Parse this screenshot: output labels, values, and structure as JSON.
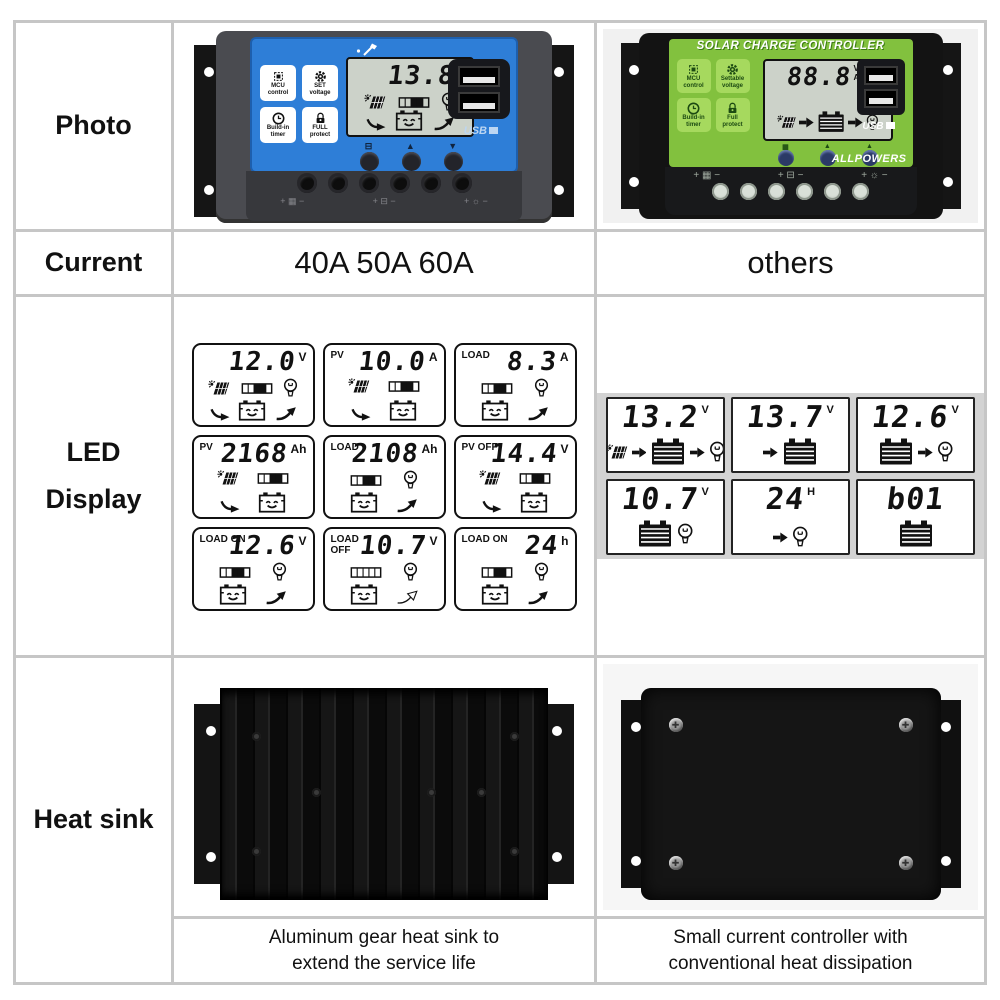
{
  "rows": {
    "photo": {
      "label": "Photo"
    },
    "current": {
      "label": "Current",
      "left": "40A 50A 60A",
      "right": "others"
    },
    "led": {
      "label": "LED\nDisplay"
    },
    "heatsink": {
      "label": "Heat sink",
      "left_caption": "Aluminum gear heat sink to\nextend the service life",
      "right_caption": "Small current controller with\nconventional heat dissipation"
    }
  },
  "blue_controller": {
    "face_color": "#2e7ed7",
    "buttons": [
      "MCU\ncontrol",
      "SET\nvoltage",
      "Build-in\ntimer",
      "FULL\nprotect"
    ],
    "key_symbols": [
      "⊟",
      "▲",
      "▼"
    ],
    "usb_label": "USB",
    "terminal_labels": [
      "+ ▦ −",
      "+ ⊟ −",
      "+ ☼ −"
    ],
    "lcd": {
      "label": "",
      "value": "13.8",
      "unit": "V",
      "row1": [
        "sun-panel",
        "gauge",
        "bulb"
      ],
      "row2": [
        "curve-arrow-down",
        "smiley-battery",
        "curve-arrow-up"
      ]
    }
  },
  "green_controller": {
    "title": "SOLAR CHARGE CONTROLLER",
    "face_color": "#82c13e",
    "buttons": [
      "MCU\ncontrol",
      "Settable\nvoltage",
      "Build-in\ntimer",
      "Full\nprotect"
    ],
    "key_symbols": [
      "▦",
      "▲",
      "▲"
    ],
    "brand": "ALLPOWERS",
    "usb_label": "USB",
    "terminal_labels": [
      "+ ▦ −",
      "+ ⊟ −",
      "+ ☼ −"
    ],
    "lcd": {
      "value": "88.8",
      "units": [
        "V°C",
        "AH"
      ],
      "icons": [
        "sun-panel",
        "arrow-right",
        "battery",
        "arrow-right",
        "bulb"
      ]
    }
  },
  "led_display": {
    "left_panels": [
      {
        "label": "",
        "value": "12.0",
        "unit": "V",
        "row1": [
          "sun-panel",
          "gauge",
          "bulb"
        ],
        "row2": [
          "curve-arrow-down",
          "smiley-battery",
          "curve-arrow-up"
        ]
      },
      {
        "label": "PV",
        "value": "10.0",
        "unit": "A",
        "row1": [
          "sun-panel",
          "gauge"
        ],
        "row2": [
          "curve-arrow-down",
          "smiley-battery"
        ]
      },
      {
        "label": "LOAD",
        "value": "8.3",
        "unit": "A",
        "row1": [
          "gauge",
          "bulb"
        ],
        "row2": [
          "smiley-battery",
          "curve-arrow-up"
        ]
      },
      {
        "label": "PV",
        "value": "2168",
        "unit": "Ah",
        "row1": [
          "sun-panel",
          "gauge"
        ],
        "row2": [
          "curve-arrow-down",
          "smiley-battery"
        ]
      },
      {
        "label": "LOAD",
        "value": "2108",
        "unit": "Ah",
        "row1": [
          "gauge",
          "bulb"
        ],
        "row2": [
          "smiley-battery",
          "curve-arrow-up"
        ]
      },
      {
        "label": "PV OFF",
        "value": "14.4",
        "unit": "V",
        "row1": [
          "sun-panel",
          "gauge"
        ],
        "row2": [
          "curve-arrow-down",
          "smiley-battery"
        ]
      },
      {
        "label": "LOAD ON",
        "value": "12.6",
        "unit": "V",
        "row1": [
          "gauge",
          "bulb"
        ],
        "row2": [
          "smiley-battery",
          "curve-arrow-up"
        ]
      },
      {
        "label": "LOAD\nOFF",
        "value": "10.7",
        "unit": "V",
        "row1": [
          "gauge-empty",
          "bulb"
        ],
        "row2": [
          "smiley-battery",
          "curve-arrow-up-outline"
        ]
      },
      {
        "label": "LOAD ON",
        "value": "24",
        "unit": "h",
        "row1": [
          "gauge",
          "bulb"
        ],
        "row2": [
          "smiley-battery",
          "curve-arrow-up"
        ]
      }
    ],
    "right_panels": [
      {
        "value": "13.2",
        "unit": "V",
        "icons": [
          "sun-panel",
          "arrow-right",
          "battery",
          "arrow-right",
          "bulb"
        ]
      },
      {
        "value": "13.7",
        "unit": "V",
        "icons": [
          "arrow-right",
          "battery"
        ]
      },
      {
        "value": "12.6",
        "unit": "V",
        "icons": [
          "battery",
          "arrow-right",
          "bulb"
        ]
      },
      {
        "value": "10.7",
        "unit": "V",
        "icons": [
          "battery",
          "bulb"
        ]
      },
      {
        "value": "24",
        "unit": "H",
        "icons": [
          "arrow-right",
          "bulb"
        ]
      },
      {
        "value": "b01",
        "unit": "",
        "icons": [
          "battery"
        ]
      }
    ]
  }
}
